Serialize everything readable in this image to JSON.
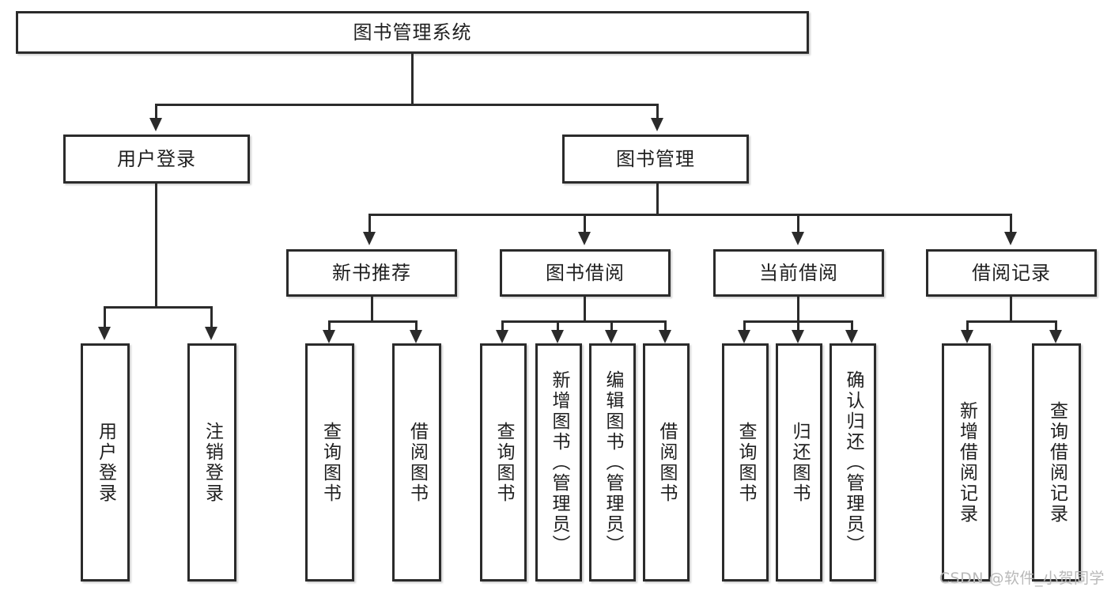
{
  "diagram": {
    "title_node": {
      "label": "图书管理系统"
    },
    "level2": [
      {
        "label": "用户登录"
      },
      {
        "label": "图书管理"
      }
    ],
    "level3": [
      {
        "label": "新书推荐"
      },
      {
        "label": "图书借阅"
      },
      {
        "label": "当前借阅"
      },
      {
        "label": "借阅记录"
      }
    ],
    "leaves": {
      "user_login": [
        {
          "label": "用户登录"
        },
        {
          "label": "注销登录"
        }
      ],
      "new_book_recommend": [
        {
          "label": "查询图书"
        },
        {
          "label": "借阅图书"
        }
      ],
      "book_borrow": [
        {
          "label": "查询图书"
        },
        {
          "label": "新增图书（管理员）"
        },
        {
          "label": "编辑图书（管理员）"
        },
        {
          "label": "借阅图书"
        }
      ],
      "current_borrow": [
        {
          "label": "查询图书"
        },
        {
          "label": "归还图书"
        },
        {
          "label": "确认归还（管理员）"
        }
      ],
      "borrow_record": [
        {
          "label": "新增借阅记录"
        },
        {
          "label": "查询借阅记录"
        }
      ]
    }
  },
  "watermark": {
    "text": "CSDN @软件_小贺同学"
  },
  "colors": {
    "stroke": "#2b2b2b",
    "background": "#ffffff",
    "text": "#1f1f1f",
    "watermark": "#b9b9b9"
  }
}
